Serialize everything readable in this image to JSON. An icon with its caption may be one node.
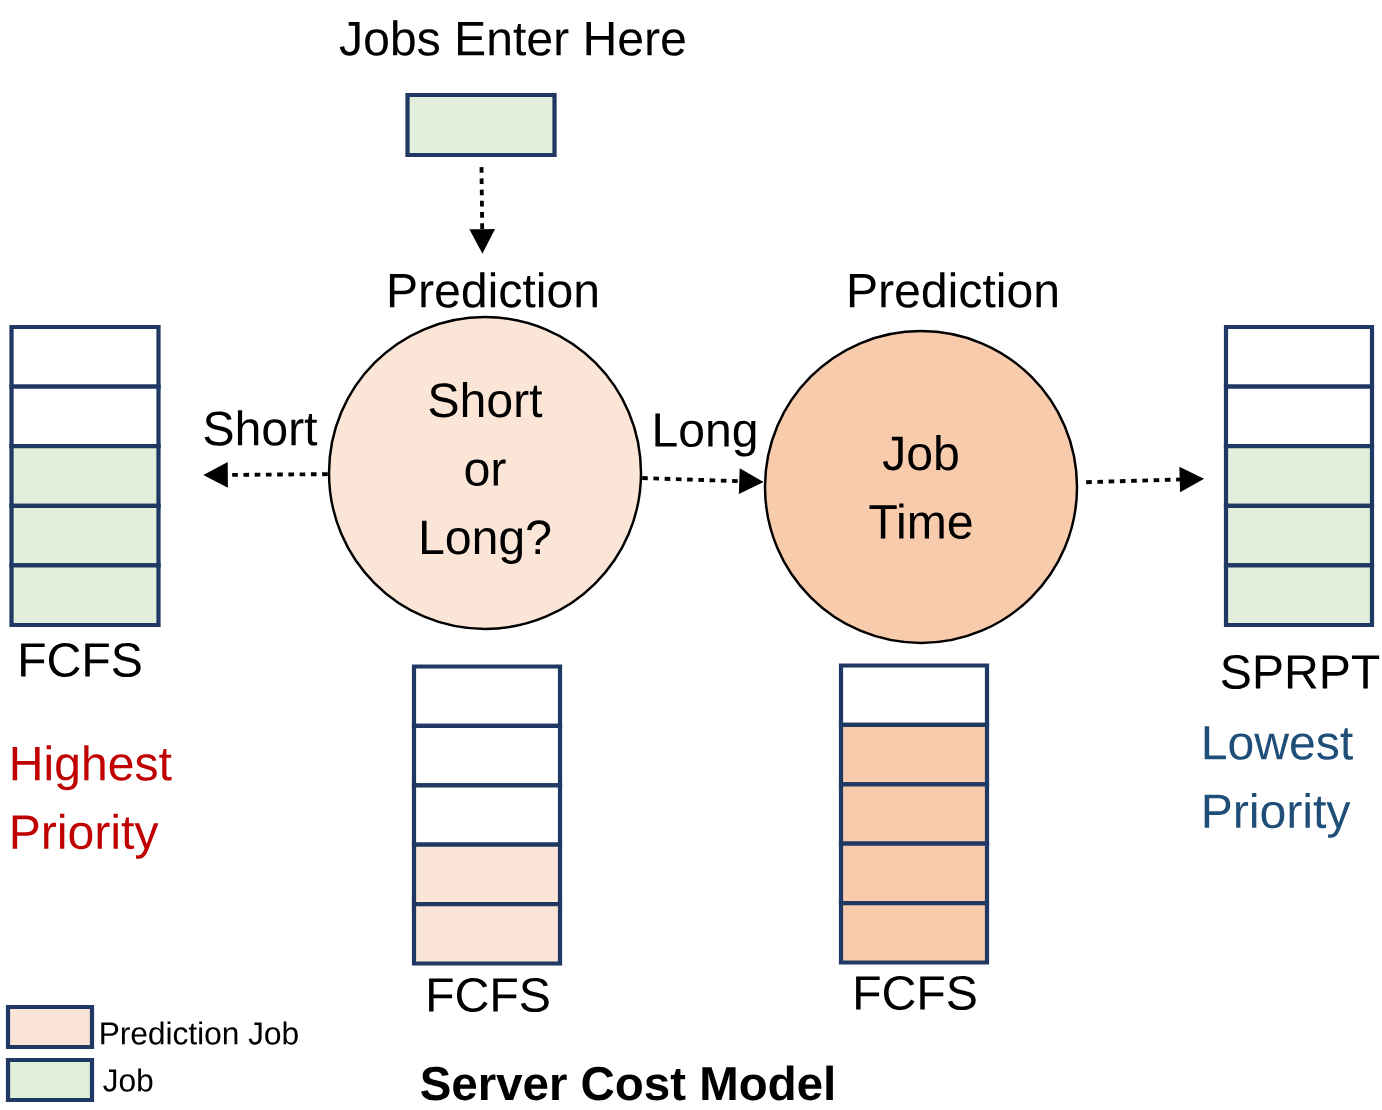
{
  "diagram": {
    "caption": "Server Cost Model",
    "nodes": [
      {
        "text": [
          "Jobs Enter Here"
        ]
      },
      {
        "text": [
          "Prediction",
          "Short or Long?"
        ]
      },
      {
        "text": [
          "Prediction",
          "Job Time"
        ]
      },
      {
        "text": [
          "FCFS"
        ]
      },
      {
        "text": [
          "FCFS"
        ]
      },
      {
        "text": [
          "FCFS"
        ]
      },
      {
        "text": [
          "SPRPT"
        ]
      }
    ],
    "edges": [
      {
        "from": 0,
        "to": 1,
        "arrow": "to"
      },
      {
        "from": 1,
        "to": 3,
        "arrow": "to",
        "label": "Short"
      },
      {
        "from": 1,
        "to": 2,
        "arrow": "to",
        "label": "Long"
      },
      {
        "from": 2,
        "to": 6,
        "arrow": "to"
      }
    ],
    "labels": [
      "Highest Priority",
      "Lowest Priority"
    ],
    "legend": [
      {
        "text": "Prediction Job",
        "color": "#fbe5d6"
      },
      {
        "text": "Job",
        "color": "#e2efda"
      }
    ]
  }
}
